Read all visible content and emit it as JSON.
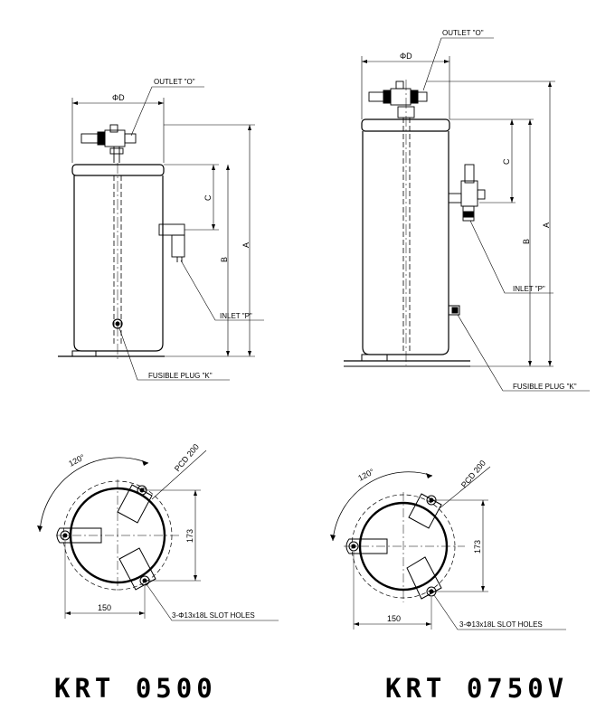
{
  "left_unit": {
    "model": "KRT 0500",
    "labels": {
      "diameter": "ΦD",
      "outlet": "OUTLET \"O\"",
      "inlet": "INLET \"P\"",
      "fusible_plug": "FUSIBLE PLUG \"K\"",
      "dim_a": "A",
      "dim_b": "B",
      "dim_c": "C"
    },
    "base": {
      "angle": "120°",
      "pcd": "PCD 200",
      "height_dim": "173",
      "width_dim": "150",
      "slot_holes": "3-Φ13x18L SLOT HOLES"
    }
  },
  "right_unit": {
    "model": "KRT 0750V",
    "labels": {
      "diameter": "ΦD",
      "outlet": "OUTLET \"O\"",
      "inlet": "INLET \"P\"",
      "fusible_plug": "FUSIBLE PLUG \"K\"",
      "dim_a": "A",
      "dim_b": "B",
      "dim_c": "C"
    },
    "base": {
      "angle": "120°",
      "pcd": "PCD 200",
      "height_dim": "173",
      "width_dim": "150",
      "slot_holes": "3-Φ13x18L SLOT HOLES"
    }
  }
}
